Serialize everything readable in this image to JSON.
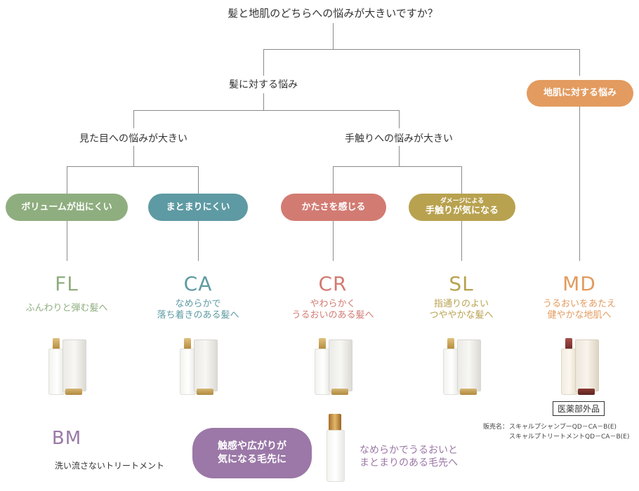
{
  "question": "髪と地肌のどちらへの悩みが大きいですか？",
  "branch_hair": "髪に対する悩み",
  "branch_scalp": "地肌に対する悩み",
  "hair_look": "見た目への悩みが大きい",
  "hair_touch": "手触りへの悩みが大きい",
  "pills": {
    "fl": "ボリュームが出にくい",
    "ca": "まとまりにくい",
    "cr": "かたさを感じる",
    "sl_small": "ダメージによる",
    "sl": "手触りが気になる"
  },
  "products": {
    "fl": {
      "code": "FL",
      "desc1": "ふんわりと弾む髪へ",
      "desc2": "",
      "color": "#8fae7f"
    },
    "ca": {
      "code": "CA",
      "desc1": "なめらかで",
      "desc2": "落ち着きのある髪へ",
      "color": "#5e9aa3"
    },
    "cr": {
      "code": "CR",
      "desc1": "やわらかく",
      "desc2": "うるおいのある髪へ",
      "color": "#d27b72"
    },
    "sl": {
      "code": "SL",
      "desc1": "指通りのよい",
      "desc2": "つややかな髪へ",
      "color": "#b8a24f"
    },
    "md": {
      "code": "MD",
      "desc1": "うるおいをあたえ",
      "desc2": "健やかな地肌へ",
      "color": "#e39b5f"
    }
  },
  "badge": "医薬部外品",
  "seller_label": "販売名：",
  "seller_line1": "スキャルプシャンプーQD－CA－B(E)",
  "seller_line2": "スキャルプトリートメントQD－CA－B(E)",
  "bm": {
    "code": "BM",
    "sub": "洗い流さないトリートメント",
    "pill1": "触感や広がりが",
    "pill2": "気になる毛先に",
    "desc1": "なめらかでうるおいと",
    "desc2": "まとまりのある毛先へ",
    "color": "#9b78a7"
  }
}
